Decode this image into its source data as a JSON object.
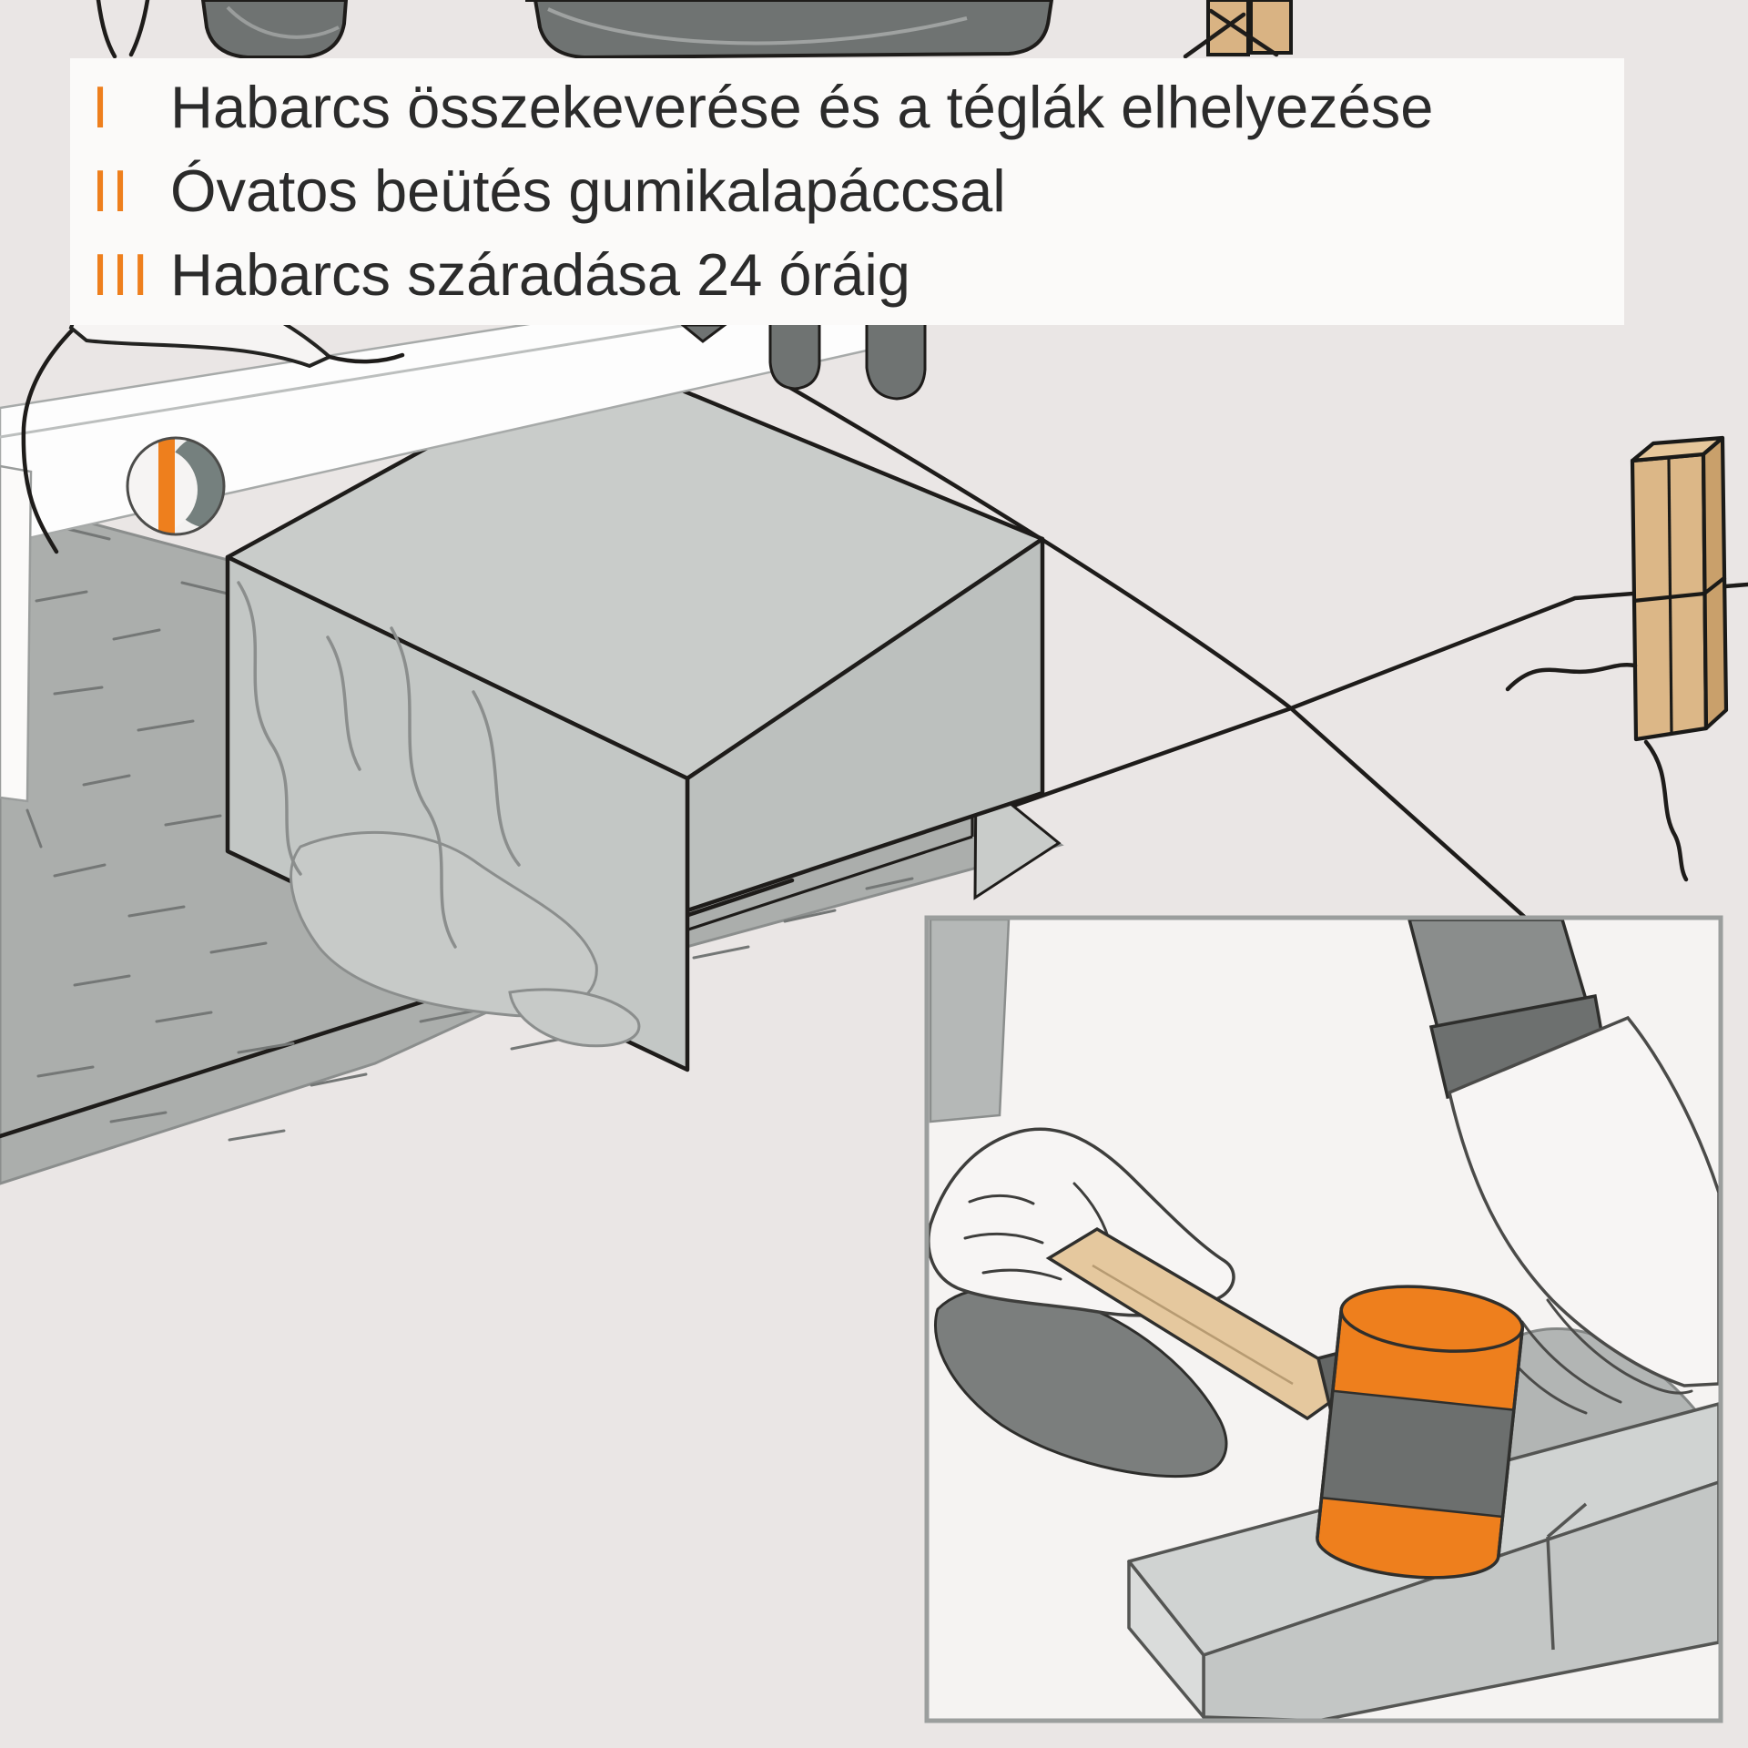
{
  "legend": {
    "items": [
      {
        "numeral": "I",
        "label": "Habarcs összekeverése és a téglák elhelyezése"
      },
      {
        "numeral": "II",
        "label": "Óvatos beütés gumikalapáccsal"
      },
      {
        "numeral": "III",
        "label": "Habarcs száradása 24 óráig"
      }
    ]
  },
  "colors": {
    "accent_orange": "#ee7f1d",
    "background": "#eae6e5",
    "panel_white": "#fbfaf9",
    "text": "#2b2b2b",
    "line_black": "#1e1c1a",
    "block_gray": "#c5c8c7",
    "mortar_gray": "#abaeac",
    "brick_tan": "#dcb787",
    "mallet_gray": "#6c6f6e",
    "wood": "#e5c89e",
    "glove_gray": "#6f7372"
  }
}
